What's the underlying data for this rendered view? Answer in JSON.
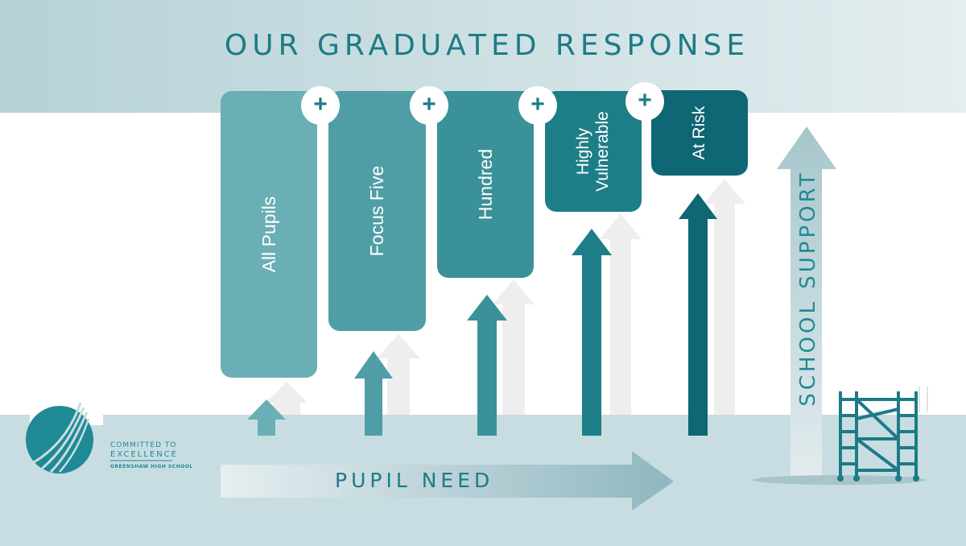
{
  "title": "OUR GRADUATED RESPONSE",
  "tiers": [
    {
      "label": "All Pupils",
      "color": "#6aaeb6"
    },
    {
      "label": "Focus Five",
      "color": "#4f9ea6"
    },
    {
      "label": "Hundred",
      "color": "#3a9199"
    },
    {
      "label": "Highly Vulnerable",
      "color": "#1e7e87"
    },
    {
      "label": "At Risk",
      "color": "#0f6674"
    }
  ],
  "plus_symbol": "+",
  "axis_x_label": "PUPIL NEED",
  "axis_y_label": "SCHOOL SUPPORT",
  "logo": {
    "line1": "COMMITTED TO",
    "line2": "EXCELLENCE",
    "line3": "GREENSHAW HIGH SCHOOL"
  },
  "colors": {
    "accent": "#1d7b86",
    "band": "#c8dde2",
    "top_gradient_start": "#b7d3d8",
    "top_gradient_end": "#e3ecee"
  }
}
